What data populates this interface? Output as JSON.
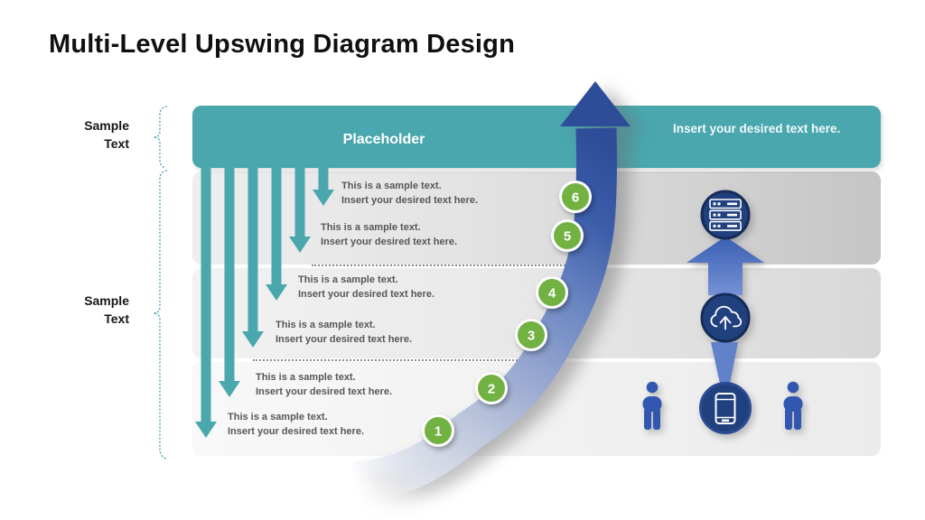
{
  "slide": {
    "title": "Multi-Level Upswing Diagram Design"
  },
  "header": {
    "label": "Placeholder",
    "note": "Insert your desired text here."
  },
  "left_labels": [
    {
      "line1": "Sample",
      "line2": "Text"
    },
    {
      "line1": "Sample",
      "line2": "Text"
    }
  ],
  "steps": [
    {
      "num": "1",
      "line1": "This is a sample text.",
      "line2": "Insert your desired text here."
    },
    {
      "num": "2",
      "line1": "This is a sample text.",
      "line2": "Insert your desired text here."
    },
    {
      "num": "3",
      "line1": "This is a sample text.",
      "line2": "Insert your desired text here."
    },
    {
      "num": "4",
      "line1": "This is a sample text.",
      "line2": "Insert your desired text here."
    },
    {
      "num": "5",
      "line1": "This is a sample text.",
      "line2": "Insert your desired text here."
    },
    {
      "num": "6",
      "line1": "This is a sample text.",
      "line2": "Insert your desired text here."
    }
  ],
  "icons": {
    "server": "server-icon",
    "cloud": "cloud-upload-icon",
    "phone": "smartphone-icon",
    "person_left": "person-icon",
    "person_right": "person-icon",
    "upswing": "upswing-arrow-icon",
    "up_arrow": "up-arrow-icon"
  },
  "colors": {
    "teal": "#4aa7ae",
    "green": "#72b243",
    "navy_circle": "#20407e",
    "arrow_blue": "#2d4d99",
    "person_blue": "#3257b0"
  }
}
